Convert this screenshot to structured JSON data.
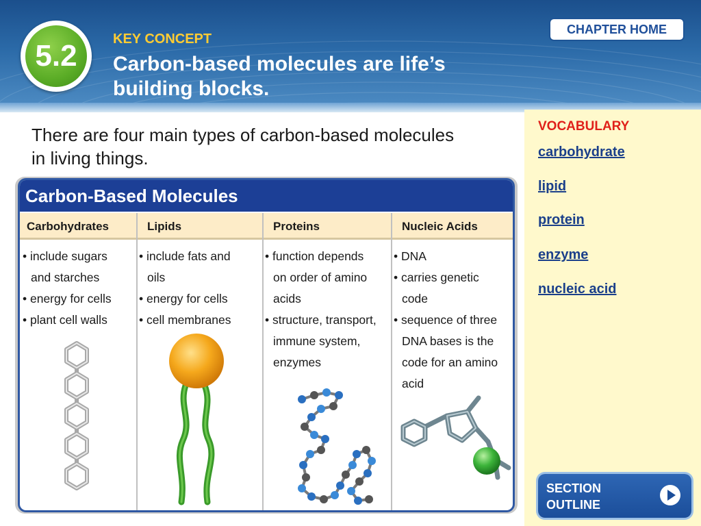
{
  "header": {
    "section_number": "5.2",
    "kicker": "KEY CONCEPT",
    "title_line1": "Carbon-based molecules are life’s",
    "title_line2": "building blocks.",
    "chapter_home_label": "CHAPTER HOME"
  },
  "statement": {
    "line1": "There are four main types of carbon-based molecules",
    "line2": "in living things."
  },
  "table": {
    "title": "Carbon-Based Molecules",
    "columns": [
      {
        "header": "Carbohydrates",
        "lines": [
          "• include sugars",
          "and starches",
          "• energy for cells",
          "• plant cell walls"
        ]
      },
      {
        "header": "Lipids",
        "lines": [
          "• include fats and",
          "oils",
          "• energy for cells",
          "• cell membranes"
        ]
      },
      {
        "header": "Proteins",
        "lines": [
          "• function depends",
          "on order of amino",
          "acids",
          "• structure, transport,",
          "immune system,",
          "enzymes"
        ]
      },
      {
        "header": "Nucleic Acids",
        "lines": [
          "• DNA",
          "• carries genetic",
          "code",
          "• sequence of three",
          "DNA bases is the",
          "code for an amino",
          "acid"
        ]
      }
    ]
  },
  "vocabulary": {
    "heading": "VOCABULARY",
    "items": [
      "carbohydrate",
      "lipid",
      "protein",
      "enzyme",
      "nucleic acid"
    ]
  },
  "section_outline": {
    "line1": "SECTION",
    "line2": "OUTLINE"
  },
  "colors": {
    "header_blue": "#1b4f8c",
    "badge_green": "#5aac26",
    "kicker_yellow": "#ffcc33",
    "vocab_red": "#e0201a",
    "vocab_blue": "#1a3f8a",
    "sidebar_yellow": "#fff9cc",
    "table_title_blue": "#1c3f96",
    "column_header_bg": "#fdecc8"
  },
  "icons": {
    "carbohydrate": "hexagon-ring-chain",
    "lipid": "phospholipid-head-tails",
    "protein": "amino-acid-chain",
    "nucleic_acid": "nucleotide-model",
    "section_outline": "play-arrow-icon"
  }
}
